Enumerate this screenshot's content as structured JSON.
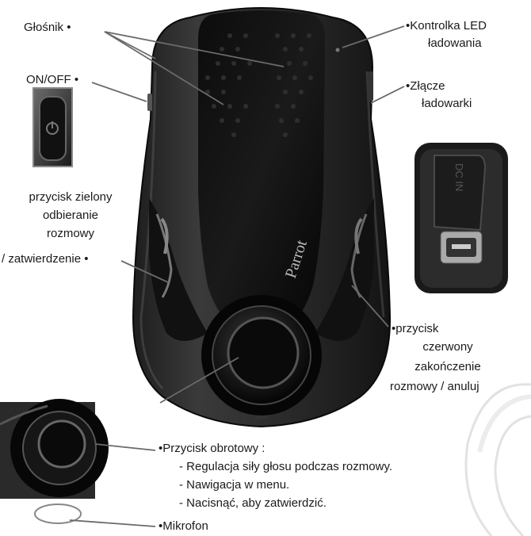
{
  "device_brand": "Parrot",
  "dc_label": "DC IN",
  "labels": {
    "speaker": "Głośnik",
    "led_line1": "Kontrolka LED",
    "led_line2": "ładowania",
    "onoff": "ON/OFF",
    "charger_line1": "Złącze",
    "charger_line2": "ładowarki",
    "green_line1": "przycisk zielony",
    "green_line2": "odbieranie",
    "green_line3": "rozmowy",
    "green_line4": "/ zatwierdzenie",
    "red_line1": "przycisk",
    "red_line2": "czerwony",
    "red_line3": "zakończenie",
    "red_line4": "rozmowy / anuluj",
    "rotary_title": "Przycisk obrotowy :",
    "rotary_items": [
      "- Regulacja siły głosu podczas rozmowy.",
      "- Nawigacja w menu.",
      "- Nacisnąć, aby zatwierdzić."
    ],
    "mic": "Mikrofon"
  }
}
